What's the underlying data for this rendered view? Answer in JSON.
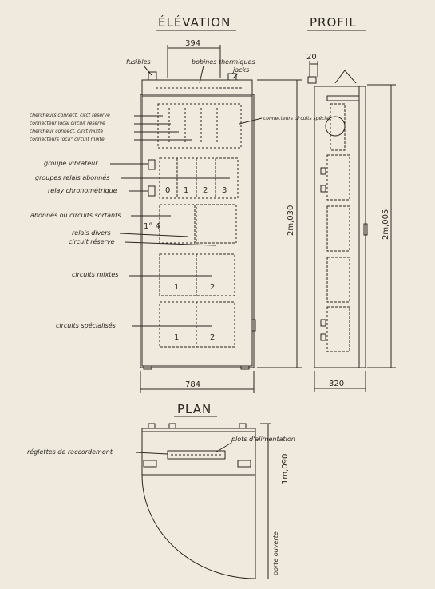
{
  "titles": {
    "elevation": "ÉLÉVATION",
    "profile": "PROFIL",
    "plan": "PLAN"
  },
  "dimensions": {
    "top_width": "394",
    "total_width": "784",
    "elevation_height": "2m,030",
    "profile_height": "2m,005",
    "profile_top": "20",
    "profile_depth": "320",
    "door_open": "1m,090",
    "door_open_label": "porte ouverte"
  },
  "labels": {
    "fusibles": "fusibles",
    "bobines": "bobines thermiques",
    "jacks": "jacks",
    "chercheurs_reserve": "chercheurs connect. circt réserve",
    "connecteur_reserve": "connecteur local circuit réserve",
    "chercheur_mixte": "chercheur connect. circt mixte",
    "connecteurs_mixte": "connecteurs loca° circuit mixte",
    "connecteurs_special": "connecteurs circuits spécial.",
    "groupe_vibrateur": "groupe vibrateur",
    "groupes_relais": "groupes relais abonnés",
    "relay_chrono": "relay chronométrique",
    "abonnes_sortants": "abonnés ou circuits sortants",
    "relais_divers": "relais divers",
    "circuit_reserve": "circuit réserve",
    "circuits_mixtes": "circuits mixtes",
    "circuits_specialises": "circuits spécialisés",
    "reglettes": "réglettes de raccordement",
    "plots": "plots d'alimentation"
  },
  "panel_numbers": {
    "relay_row": [
      "0",
      "1",
      "2",
      "3"
    ],
    "sortants": "1° 4",
    "mixtes": [
      "1",
      "2"
    ],
    "specialises": [
      "1",
      "2"
    ]
  }
}
